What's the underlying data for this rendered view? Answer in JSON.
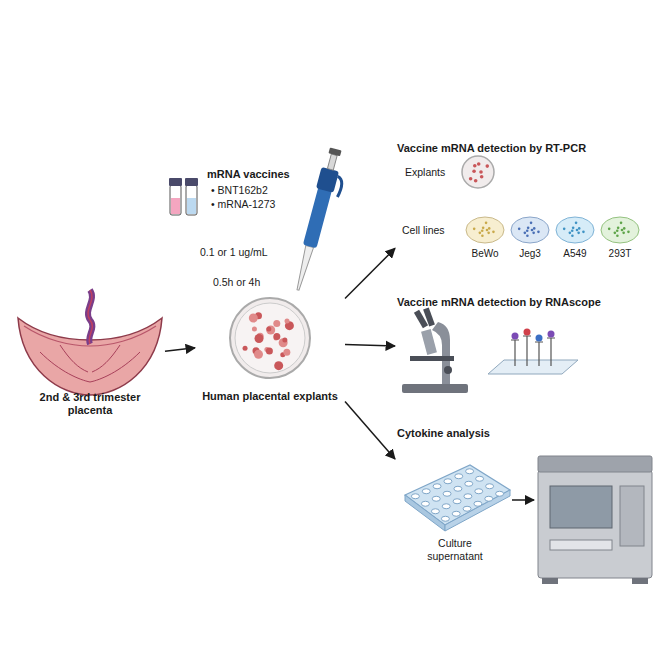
{
  "diagram": {
    "nodes": [
      {
        "text": [
          "2nd & 3rd trimester placenta"
        ]
      },
      {
        "text": [
          "Human placental explants"
        ]
      },
      {
        "text": [
          "Vaccine mRNA detection by RT-PCR"
        ]
      },
      {
        "text": [
          "Vaccine mRNA detection by RNAscope"
        ]
      },
      {
        "text": [
          "Cytokine analysis"
        ]
      }
    ],
    "edges": [
      {
        "from": 0,
        "to": 1,
        "arrow": "to"
      },
      {
        "from": 1,
        "to": 2,
        "arrow": "to"
      },
      {
        "from": 1,
        "to": 3,
        "arrow": "to"
      },
      {
        "from": 1,
        "to": 4,
        "arrow": "to"
      }
    ],
    "labels": [
      "mRNA vaccines",
      "• BNT162b2",
      "• mRNA-1273",
      "0.1 or 1 ug/mL",
      "0.5h or 4h",
      "Explants",
      "Cell lines",
      "BeWo",
      "Jeg3",
      "A549",
      "293T",
      "Culture supernatant"
    ]
  }
}
